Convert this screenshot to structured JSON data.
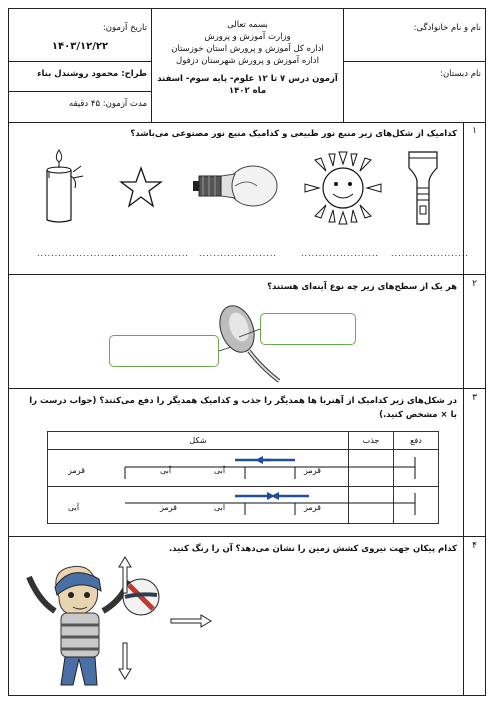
{
  "header": {
    "name_label": "نام و نام خانوادگی:",
    "school_label": "نام دبستان:",
    "bismillah": "بسمه تعالی",
    "ministry": "وزارت آموزش و پرورش",
    "province": "اداره کل آموزش و پرورش استان خوزستان",
    "city": "اداره آموزش و پرورش شهرستان دزفول",
    "exam_title": "آزمون درس ۷ تا ۱۲ علوم- پایه سوم- اسفند ماه ۱۴۰۲",
    "date_label": "تاریخ آزمون:",
    "date_value": "۱۴۰۳/۱۲/۲۲",
    "designer": "طراح: محمود روشندل بناء",
    "duration": "مدت آزمون: ۴۵ دقیقه"
  },
  "questions": [
    {
      "num": "۱",
      "text": "کدامیک از شکل‌های زیر منبع نور طبیعی و کدامیک منبع نور مصنوعی می‌باشد؟",
      "blank": "......................"
    },
    {
      "num": "۲",
      "text": "هر یک از سطح‌های زیر چه نوع آینه‌ای هستند؟"
    },
    {
      "num": "۳",
      "text_line1": "در شکل‌های زیر کدامیک از آهنربا ها همدیگر را جذب و کدامیک همدیگر را دفع می‌کنند؟ (جواب درست را",
      "text_line2": "با × مشخص کنید.)",
      "table_headers": [
        "شکل",
        "جذب",
        "دفع"
      ],
      "rows": [
        {
          "m1_left": "قرمز",
          "m1_right": "آبی",
          "m2_left": "آبی",
          "m2_right": "قرمز"
        },
        {
          "m1_left": "آبی",
          "m1_right": "قرمز",
          "m2_left": "آبی",
          "m2_right": "قرمز"
        }
      ]
    },
    {
      "num": "۴",
      "text": "کدام پیکان جهت نیروی کشش زمین را نشان می‌دهد؟ آن را رنگ کنید."
    }
  ],
  "colors": {
    "mirror_box": "#6aa84f",
    "magnet_arrow": "#1f4e9c",
    "border": "#222222"
  }
}
